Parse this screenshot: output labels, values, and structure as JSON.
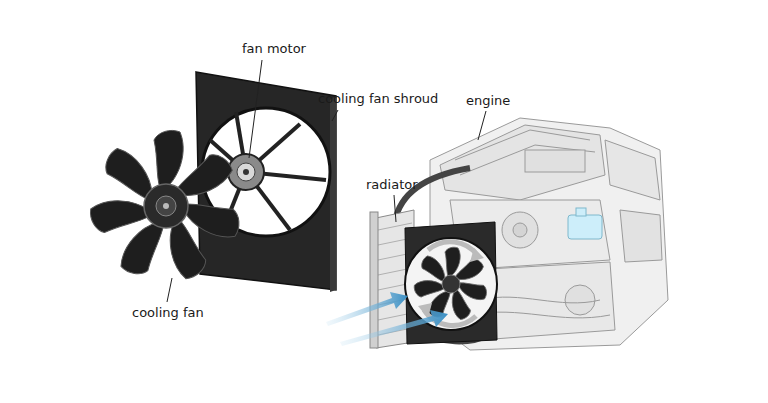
{
  "diagram": {
    "labels": [
      "fan motor",
      "cooling fan shroud",
      "engine",
      "radiator",
      "cooling fan"
    ]
  }
}
